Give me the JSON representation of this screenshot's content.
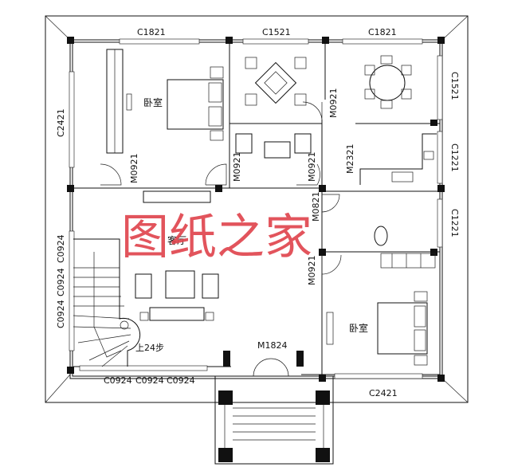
{
  "watermark": "图纸之家",
  "rooms": {
    "bedroom_top_left": "卧室",
    "bedroom_bottom_right": "卧室",
    "hall": "客厅"
  },
  "windows": {
    "top_left": "C1821",
    "top_mid": "C1521",
    "top_right": "C1821",
    "left_upper": "C2421",
    "left_lower_1": "C0924",
    "left_lower_2": "C0924",
    "left_lower_3": "C0924",
    "right_upper": "C1521",
    "right_mid": "C1221",
    "right_lower": "C1221",
    "bottom_1": "C0924",
    "bottom_2": "C0924",
    "bottom_3": "C0924",
    "bottom_right": "C2421"
  },
  "doors": {
    "bedroom1": "M0921",
    "corridor_left": "M0921",
    "corridor_right": "M0921",
    "dining": "M0921",
    "kitchen": "M2321",
    "bath": "M0821",
    "bedroom2": "M0921",
    "entrance": "M1824"
  },
  "stairs_note": "上24步"
}
